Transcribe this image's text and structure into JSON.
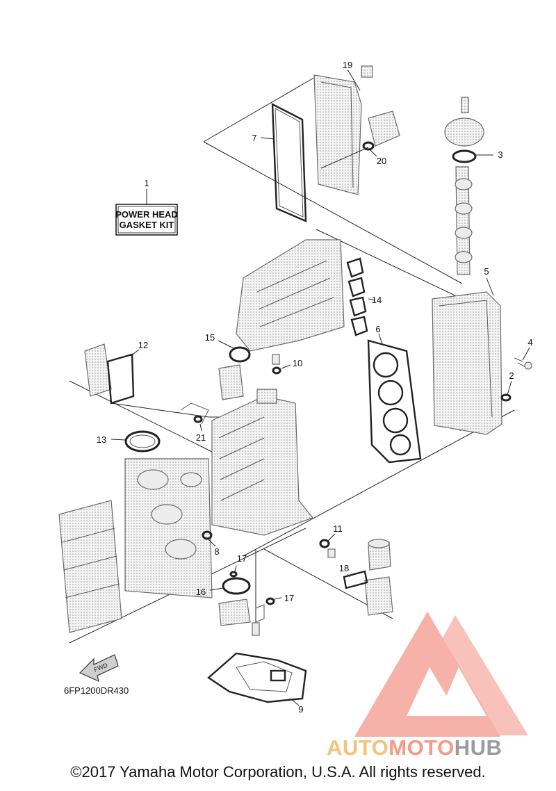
{
  "diagram": {
    "drawing_code": "6FP1200DR430",
    "kit_box": {
      "line1": "POWER HEAD",
      "line2": "GASKET KIT"
    },
    "fwd_label": "FWD",
    "callouts": [
      "1",
      "2",
      "3",
      "4",
      "5",
      "6",
      "7",
      "8",
      "9",
      "10",
      "11",
      "12",
      "13",
      "14",
      "15",
      "16",
      "17",
      "17",
      "18",
      "19",
      "20",
      "21"
    ]
  },
  "watermark": {
    "part1": "AUTO",
    "part2": "MOTO",
    "part3": "HUB",
    "colors": {
      "auto": "#f6c27a",
      "moto": "#f39a88",
      "hub": "#9b9b9b",
      "logo": "#f5a49a"
    }
  },
  "footer": {
    "copyright": "©2017 Yamaha Motor Corporation, U.S.A. All rights reserved."
  }
}
